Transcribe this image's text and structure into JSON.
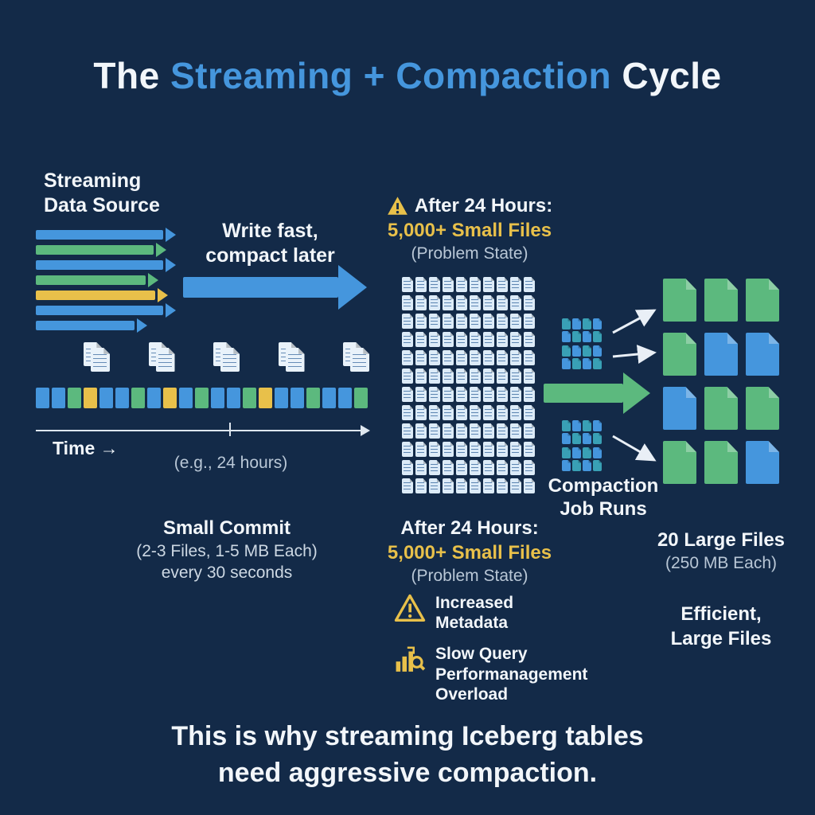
{
  "title": {
    "prefix": "The ",
    "highlight": "Streaming + Compaction",
    "suffix": " Cycle"
  },
  "colors": {
    "background": "#132a48",
    "blue": "#4596dd",
    "green": "#5cb97e",
    "yellow": "#e8c04a",
    "teal": "#39a0b5",
    "file_light": "#dcebf8",
    "text_gray": "#b9c7d6"
  },
  "streaming_source": {
    "label_line1": "Streaming",
    "label_line2": "Data Source",
    "bars": [
      {
        "color": "blue",
        "width": 160
      },
      {
        "color": "green",
        "width": 148
      },
      {
        "color": "blue",
        "width": 160
      },
      {
        "color": "green",
        "width": 138
      },
      {
        "color": "yellow",
        "width": 150
      },
      {
        "color": "blue",
        "width": 160
      },
      {
        "color": "blue",
        "width": 124
      }
    ]
  },
  "write_arrow": {
    "line1": "Write fast,",
    "line2": "compact later"
  },
  "after_24_top": {
    "heading": "After 24 Hours:",
    "files": "5,000+ Small Files",
    "state": "(Problem State)"
  },
  "small_files_grid": {
    "rows": 12,
    "cols": 10
  },
  "timeline": {
    "label": "Time →",
    "annotation": "(e.g., 24 hours)",
    "clusters": 5,
    "squares": [
      "blue",
      "blue",
      "green",
      "yellow",
      "blue",
      "blue",
      "green",
      "blue",
      "yellow",
      "blue",
      "green",
      "blue",
      "blue",
      "green",
      "yellow",
      "blue",
      "blue",
      "green",
      "blue",
      "blue",
      "green"
    ]
  },
  "small_commit": {
    "line1": "Small Commit",
    "line2": "(2-3 Files, 1-5 MB Each)",
    "line3": "every 30 seconds"
  },
  "after_24_bottom": {
    "heading": "After 24 Hours:",
    "files": "5,000+ Small Files",
    "state": "(Problem State)"
  },
  "problems": [
    {
      "icon": "warning-triangle-icon",
      "lines": [
        "Increased",
        "Metadata"
      ]
    },
    {
      "icon": "slow-query-icon",
      "lines": [
        "Slow Query",
        "Performanagement",
        "Overload"
      ]
    }
  ],
  "compaction": {
    "label_line1": "Compaction",
    "label_line2": "Job Runs",
    "cluster": {
      "rows": 2,
      "cols": 4,
      "colors": [
        "teal",
        "blue"
      ]
    }
  },
  "large_files": {
    "grid": [
      [
        "green",
        "green",
        "green"
      ],
      [
        "green",
        "blue",
        "blue"
      ],
      [
        "blue",
        "green",
        "green"
      ],
      [
        "green",
        "green",
        "blue"
      ]
    ],
    "count_label": "20 Large Files",
    "size_label": "(250 MB Each)",
    "quality_line1": "Efficient,",
    "quality_line2": "Large Files"
  },
  "footer": {
    "line1": "This is why streaming Iceberg tables",
    "line2": "need aggressive compaction."
  }
}
